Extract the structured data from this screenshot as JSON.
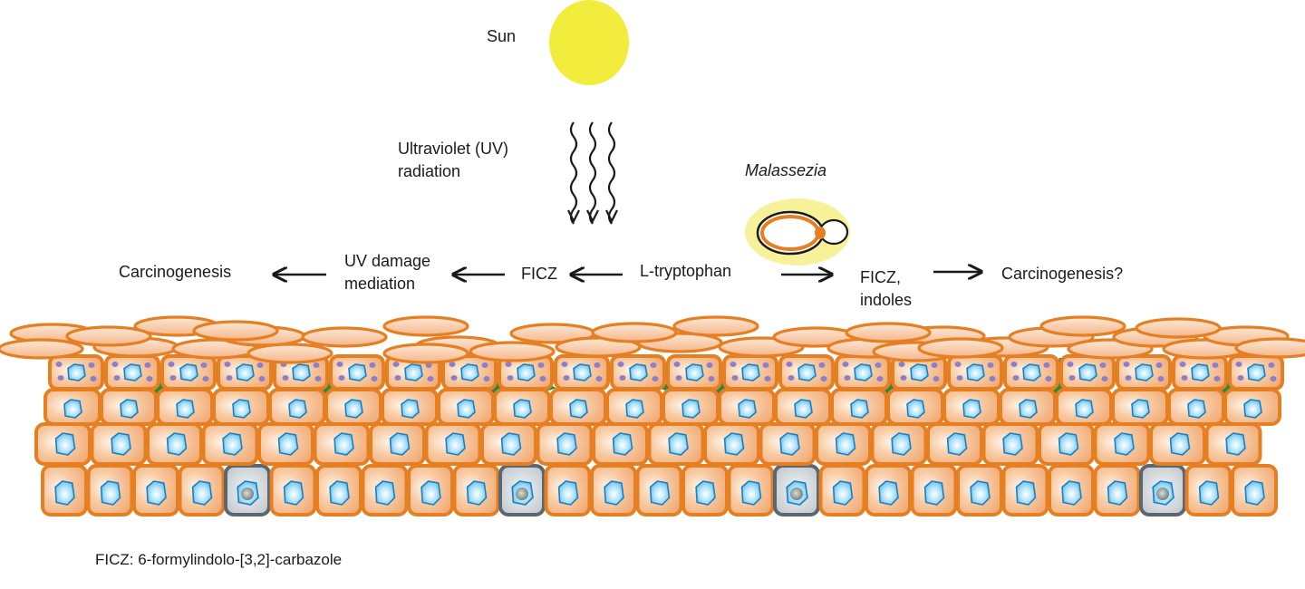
{
  "labels": {
    "sun": "Sun",
    "uv_radiation": "Ultraviolet (UV)\nradiation",
    "malassezia": "Malassezia",
    "carcinogenesis_left": "Carcinogenesis",
    "uv_damage_mediation": "UV damage\nmediation",
    "ficz_left": "FICZ",
    "l_tryptophan": "L-tryptophan",
    "ficz_indoles": "FICZ,\nindoles",
    "carcinogenesis_right": "Carcinogenesis?",
    "footnote": "FICZ: 6-formylindolo-[3,2]-carbazole"
  },
  "colors": {
    "sun": "#f2ec3d",
    "cell_fill": "#f4b88a",
    "cell_border": "#e67e22",
    "nucleus": "#8fd3f4",
    "nucleus_border": "#1a7fc4",
    "melanocyte": "#d5dadd",
    "melanocyte_border": "#5a6670",
    "granules": "#8b7fc9",
    "langerhans": "#1e8c45",
    "malassezia_halo": "#f7f29a",
    "arrow": "#1a1a1a"
  },
  "icons": [
    "sun-icon",
    "uv-wave-icon",
    "malassezia-yeast-icon",
    "arrow-icon"
  ]
}
